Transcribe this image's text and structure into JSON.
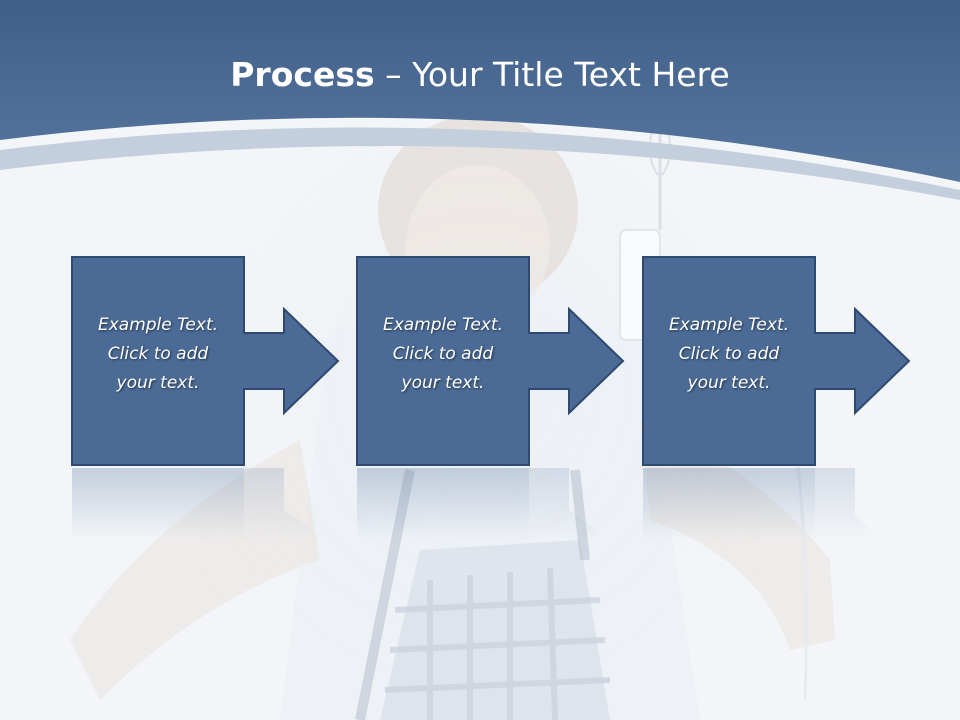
{
  "slide": {
    "title_bold": "Process",
    "title_rest": " – Your Title Text Here",
    "steps": [
      {
        "line1": "Example Text.",
        "line2": "Click  to add",
        "line3": "your text."
      },
      {
        "line1": "Example Text.",
        "line2": "Click  to add",
        "line3": "your text."
      },
      {
        "line1": "Example Text.",
        "line2": "Click  to add",
        "line3": "your text."
      }
    ]
  },
  "colors": {
    "header": "#4a6b95",
    "box_fill": "#4b6b96",
    "box_border": "#2f4a70",
    "background": "#f3f5f8"
  }
}
